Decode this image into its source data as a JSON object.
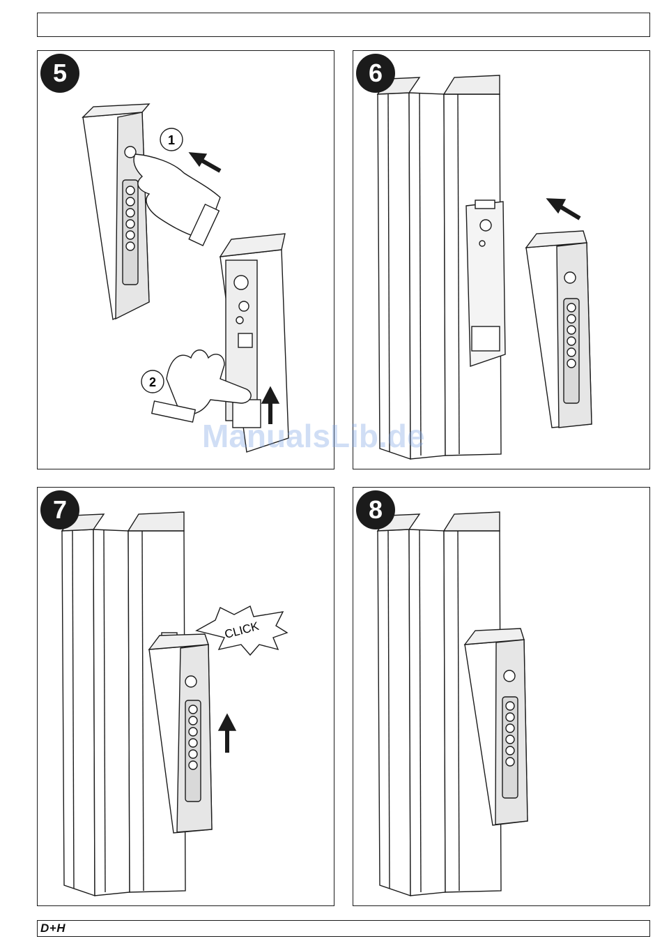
{
  "header": {
    "text": ""
  },
  "steps": [
    {
      "number": "5",
      "callouts": [
        "1",
        "2"
      ]
    },
    {
      "number": "6"
    },
    {
      "number": "7",
      "sound_label": "CLICK"
    },
    {
      "number": "8"
    }
  ],
  "footer": {
    "logo": "D+H"
  },
  "watermark": "ManualsLib.de",
  "colors": {
    "ink": "#1b1b1b",
    "paper": "#ffffff",
    "shade": "#d9d9d9",
    "watermark": "#78a0e1"
  }
}
